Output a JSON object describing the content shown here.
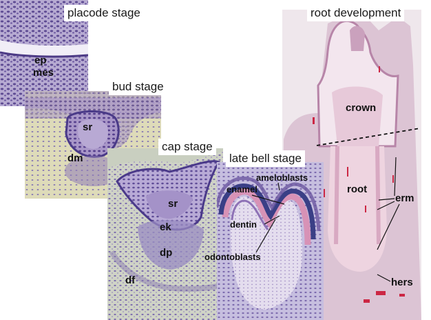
{
  "panels": {
    "placode": {
      "title": "placode stage",
      "labels": {
        "ep": "ep",
        "mes": "mes"
      }
    },
    "bud": {
      "title": "bud stage",
      "labels": {
        "sr": "sr",
        "dm": "dm"
      }
    },
    "cap": {
      "title": "cap stage",
      "labels": {
        "sr": "sr",
        "ek": "ek",
        "dp": "dp",
        "df": "df"
      }
    },
    "late_bell": {
      "title": "late bell stage",
      "labels": {
        "ameloblasts": "ameloblasts",
        "enamel": "enamel",
        "dentin": "dentin",
        "odontoblasts": "odontoblasts"
      }
    },
    "root_dev": {
      "title": "root development",
      "labels": {
        "crown": "crown",
        "root": "root",
        "erm": "erm",
        "hers": "hers"
      }
    }
  },
  "colors": {
    "tissue_purple": "#8f7cb8",
    "stroma_cream": "#dcdab8",
    "enamel_blue": "#3a3f86",
    "dentin_pink": "#d792b6",
    "root_pink": "#e8cfdc",
    "blood_red": "#cc2744"
  }
}
